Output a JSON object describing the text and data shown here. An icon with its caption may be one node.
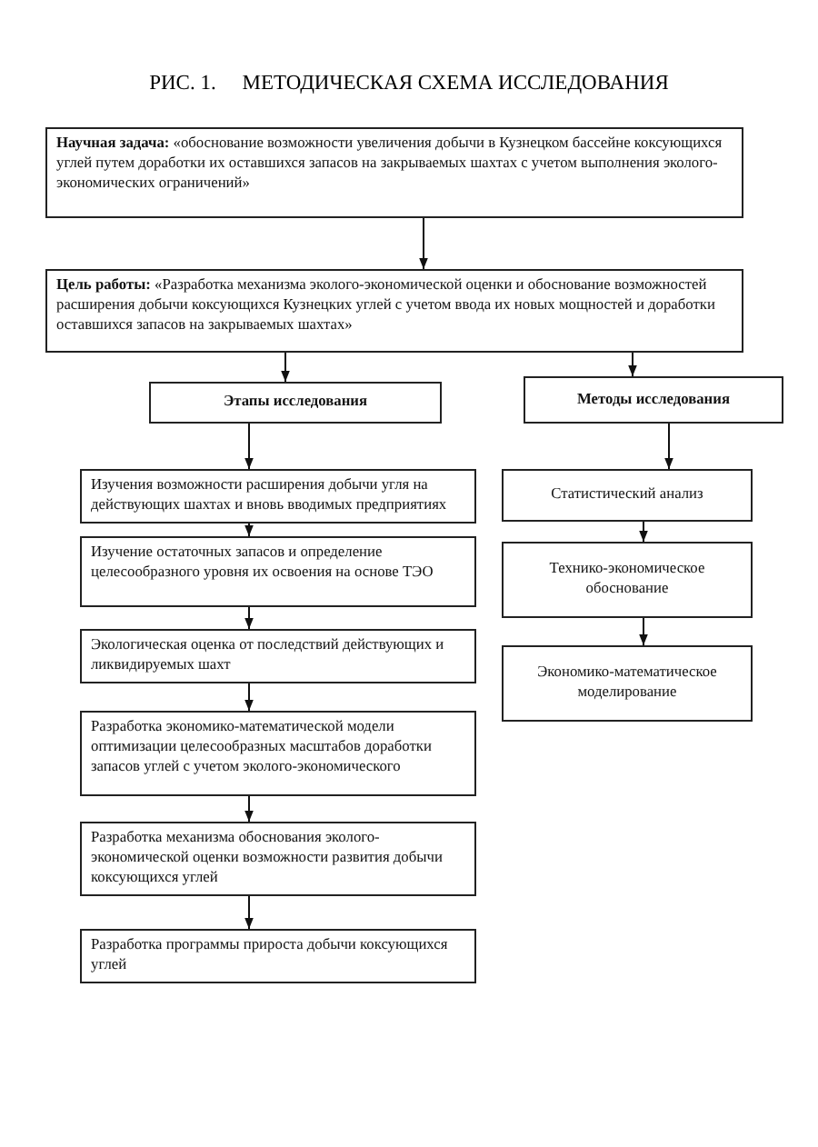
{
  "diagram": {
    "title": "РИС. 1.     МЕТОДИЧЕСКАЯ СХЕМА ИССЛЕДОВАНИЯ",
    "nodes": [
      {
        "text": [
          "**Научная задача:** «обоснование  возможности увеличения добычи в Кузнецком бассейне коксующихся углей путем доработки их оставшихся  запасов на закрываемых шахтах  с учетом выполнения эколого-экономических ограничений»"
        ]
      },
      {
        "text": [
          "**Цель работы:** «Разработка механизма  эколого-экономической оценки и обоснование возможностей  расширения добычи коксующихся Кузнецких углей с учетом ввода их новых мощностей и доработки оставшихся запасов на закрываемых шахтах»"
        ]
      },
      {
        "text": [
          "Этапы    исследования"
        ]
      },
      {
        "text": [
          "Методы   исследования"
        ]
      },
      {
        "text": [
          "Изучения возможности расширения добычи угля на действующих шахтах и вновь вводимых предприятиях"
        ]
      },
      {
        "text": [
          "Изучение остаточных запасов  и определение целесообразного уровня их освоения  на основе ТЭО"
        ]
      },
      {
        "text": [
          "Экологическая оценка от последствий действующих и ликвидируемых шахт"
        ]
      },
      {
        "text": [
          "Разработка экономико-математической модели оптимизации  целесообразных масштабов доработки запасов углей с учетом эколого-экономического"
        ]
      },
      {
        "text": [
          "Разработка механизма обоснования эколого-экономической оценки  возможности  развития добычи коксующихся углей"
        ]
      },
      {
        "text": [
          "Разработка программы  прироста добычи коксующихся углей"
        ]
      },
      {
        "text": [
          "Статистический анализ"
        ]
      },
      {
        "text": [
          "Технико-экономическое обоснование"
        ]
      },
      {
        "text": [
          "Экономико-математическое моделирование"
        ]
      }
    ],
    "edges": [
      {
        "from": 0,
        "to": 1,
        "arrow": "to"
      },
      {
        "from": 1,
        "to": 2,
        "arrow": "to"
      },
      {
        "from": 1,
        "to": 3,
        "arrow": "to"
      },
      {
        "from": 2,
        "to": 4,
        "arrow": "to"
      },
      {
        "from": 4,
        "to": 5,
        "arrow": "to"
      },
      {
        "from": 5,
        "to": 6,
        "arrow": "to"
      },
      {
        "from": 6,
        "to": 7,
        "arrow": "to"
      },
      {
        "from": 7,
        "to": 8,
        "arrow": "to"
      },
      {
        "from": 8,
        "to": 9,
        "arrow": "to"
      },
      {
        "from": 3,
        "to": 10,
        "arrow": "to"
      },
      {
        "from": 10,
        "to": 11,
        "arrow": "to"
      },
      {
        "from": 11,
        "to": 12,
        "arrow": "to"
      }
    ]
  }
}
